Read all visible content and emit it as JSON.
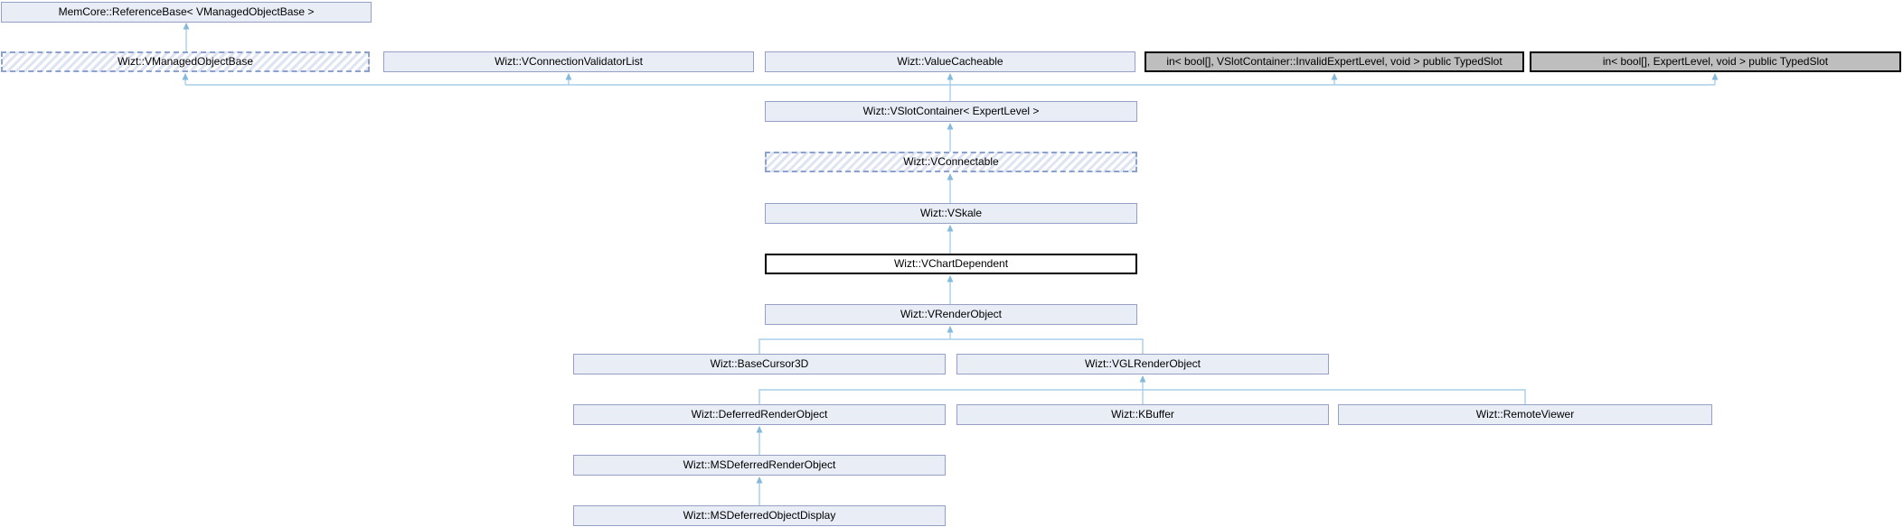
{
  "diagram": {
    "kind": "class-inheritance-graph",
    "focus_class": "Wizt::VChartDependent",
    "colors": {
      "background": "#ffffff",
      "node_fill": "#e8edf6",
      "node_border": "#95a0c4",
      "focus_fill": "#ffffff",
      "focus_border": "#000000",
      "template_fill": "#bebebe",
      "template_border": "#000000",
      "hatch_stripe": "#dee4f1",
      "edge_line": "#a7cee8",
      "edge_arrowhead": "#85badc",
      "text": "#000000"
    },
    "nodes": {
      "memcore_referencebase": {
        "label": "MemCore::ReferenceBase< VManagedObjectBase >",
        "style": "solid"
      },
      "vmanagedobjectbase": {
        "label": "Wizt::VManagedObjectBase",
        "style": "hatched"
      },
      "vconnectionvalidatorlist": {
        "label": "Wizt::VConnectionValidatorList",
        "style": "solid"
      },
      "valuecacheable": {
        "label": "Wizt::ValueCacheable",
        "style": "solid"
      },
      "typedslot_invalidexpertlevel": {
        "label": "in< bool[], VSlotContainer::InvalidExpertLevel, void > public TypedSlot",
        "style": "template"
      },
      "typedslot_expertlevel": {
        "label": "in< bool[], ExpertLevel, void > public TypedSlot",
        "style": "template"
      },
      "vslotcontainer": {
        "label": "Wizt::VSlotContainer< ExpertLevel >",
        "style": "solid"
      },
      "vconnectable": {
        "label": "Wizt::VConnectable",
        "style": "hatched"
      },
      "vskale": {
        "label": "Wizt::VSkale",
        "style": "solid"
      },
      "vchartdependent": {
        "label": "Wizt::VChartDependent",
        "style": "focus"
      },
      "vrenderobject": {
        "label": "Wizt::VRenderObject",
        "style": "solid"
      },
      "basecursor3d": {
        "label": "Wizt::BaseCursor3D",
        "style": "solid"
      },
      "vglrenderobject": {
        "label": "Wizt::VGLRenderObject",
        "style": "solid"
      },
      "deferredrenderobject": {
        "label": "Wizt::DeferredRenderObject",
        "style": "solid"
      },
      "kbuffer": {
        "label": "Wizt::KBuffer",
        "style": "solid"
      },
      "remoteviewer": {
        "label": "Wizt::RemoteViewer",
        "style": "solid"
      },
      "msdeferredrenderobject": {
        "label": "Wizt::MSDeferredRenderObject",
        "style": "solid"
      },
      "msdeferredobjectdisplay": {
        "label": "Wizt::MSDeferredObjectDisplay",
        "style": "solid"
      }
    },
    "edges": [
      {
        "from": "vmanagedobjectbase",
        "to": "memcore_referencebase"
      },
      {
        "from": "vslotcontainer",
        "to": "vmanagedobjectbase"
      },
      {
        "from": "vslotcontainer",
        "to": "vconnectionvalidatorlist"
      },
      {
        "from": "vslotcontainer",
        "to": "valuecacheable"
      },
      {
        "from": "vslotcontainer",
        "to": "typedslot_invalidexpertlevel"
      },
      {
        "from": "vslotcontainer",
        "to": "typedslot_expertlevel"
      },
      {
        "from": "vconnectable",
        "to": "vslotcontainer"
      },
      {
        "from": "vskale",
        "to": "vconnectable"
      },
      {
        "from": "vchartdependent",
        "to": "vskale"
      },
      {
        "from": "vrenderobject",
        "to": "vchartdependent"
      },
      {
        "from": "basecursor3d",
        "to": "vrenderobject"
      },
      {
        "from": "vglrenderobject",
        "to": "vrenderobject"
      },
      {
        "from": "deferredrenderobject",
        "to": "vglrenderobject"
      },
      {
        "from": "kbuffer",
        "to": "vglrenderobject"
      },
      {
        "from": "remoteviewer",
        "to": "vglrenderobject"
      },
      {
        "from": "msdeferredrenderobject",
        "to": "deferredrenderobject"
      },
      {
        "from": "msdeferredobjectdisplay",
        "to": "msdeferredrenderobject"
      }
    ]
  }
}
